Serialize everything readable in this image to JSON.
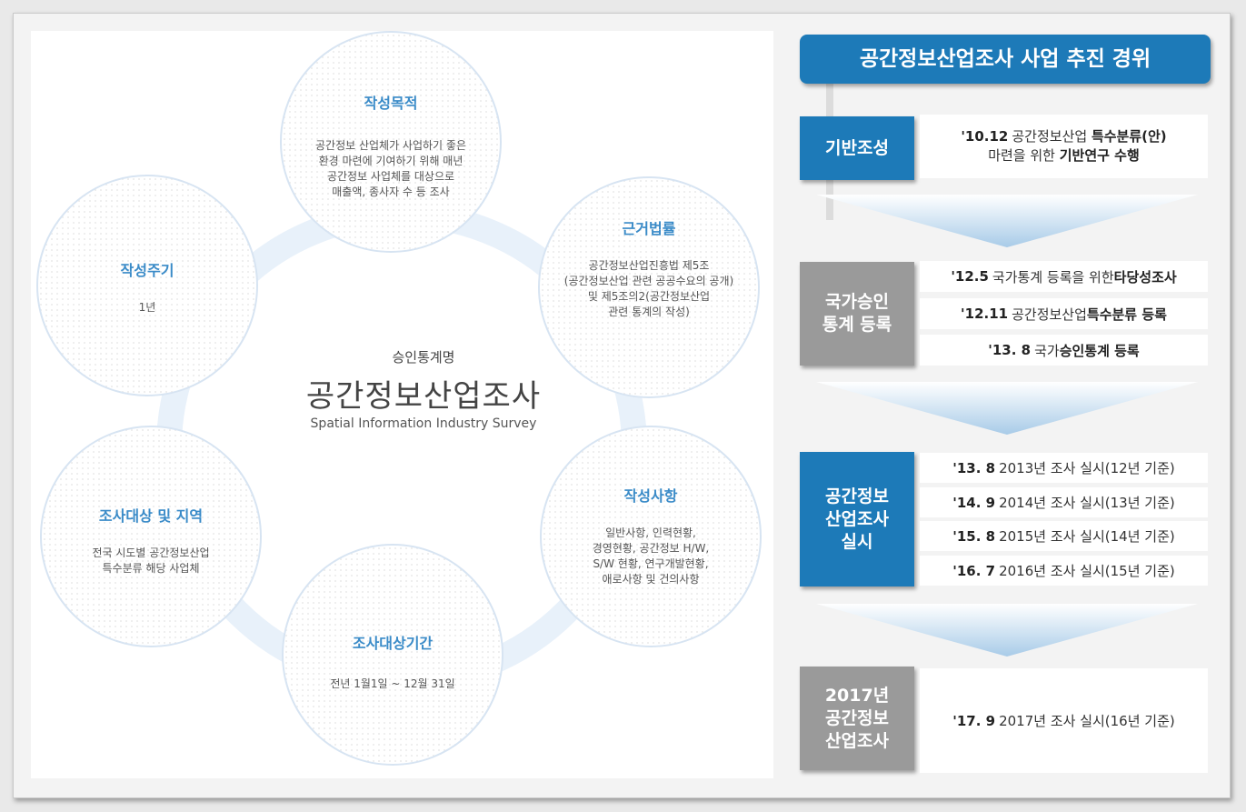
{
  "center": {
    "label": "승인통계명",
    "title": "공간정보산업조사",
    "subtitle": "Spatial Information Industry Survey"
  },
  "circles": {
    "purpose": {
      "title": "작성목적",
      "lines": [
        "공간정보 산업체가 사업하기 좋은",
        "환경 마련에 기여하기 위해 매년",
        "공간정보 사업체를 대상으로",
        "매출액, 종사자 수 등 조사"
      ]
    },
    "law": {
      "title": "근거법률",
      "lines": [
        "공간정보산업진흥법 제5조",
        "(공간정보산업 관련 공공수요의 공개)",
        "및 제5조의2(공간정보산업",
        "관련 통계의 작성)"
      ]
    },
    "items": {
      "title": "작성사항",
      "lines": [
        "일반사항, 인력현황,",
        "경영현황, 공간정보 H/W,",
        "S/W 현황, 연구개발현황,",
        "애로사항 및 건의사항"
      ]
    },
    "period": {
      "title": "조사대상기간",
      "lines": [
        "전년 1월1일 ~ 12월 31일"
      ]
    },
    "target": {
      "title": "조사대상 및 지역",
      "lines": [
        "전국 시도별 공간정보산업",
        "특수분류 해당 사업체"
      ]
    },
    "cycle": {
      "title": "작성주기",
      "lines": [
        "1년"
      ]
    }
  },
  "timeline": {
    "title": "공간정보산업조사 사업 추진 경위",
    "sections": [
      {
        "label": "기반조성",
        "style": "blue"
      },
      {
        "label": "국가승인 통계 등록",
        "line1": "국가승인",
        "line2": "통계 등록",
        "style": "gray"
      },
      {
        "label": "공간정보 산업조사 실시",
        "line1": "공간정보",
        "line2": "산업조사",
        "line3": "실시",
        "style": "blue"
      },
      {
        "label": "2017년 공간정보 산업조사",
        "line1": "2017년",
        "line2": "공간정보",
        "line3": "산업조사",
        "style": "gray"
      }
    ],
    "entries": {
      "e1": {
        "yr": "'10.12",
        "t1": "공간정보산업 ",
        "b1": "특수분류(안)",
        "t2": "마련을 위한 ",
        "b2": "기반연구 수행"
      },
      "e2": {
        "yr": "'12.5",
        "t1": "국가통계 등록을 위한 ",
        "b1": "타당성조사"
      },
      "e3": {
        "yr": "'12.11",
        "t1": "공간정보산업 ",
        "b1": "특수분류 등록"
      },
      "e4": {
        "yr": "'13. 8",
        "t1": "국가 ",
        "b1": "승인통계 등록"
      },
      "e5": {
        "yr": "'13. 8",
        "t1": "2013년 조사 실시(12년 기준)"
      },
      "e6": {
        "yr": "'14. 9",
        "t1": "2014년 조사 실시(13년 기준)"
      },
      "e7": {
        "yr": "'15. 8",
        "t1": "2015년 조사 실시(14년 기준)"
      },
      "e8": {
        "yr": "'16. 7",
        "t1": "2016년 조사 실시(15년 기준)"
      },
      "e9": {
        "yr": "'17. 9",
        "t1": "2017년 조사 실시(16년 기준)"
      }
    }
  },
  "colors": {
    "accent_blue": "#1d7ab8",
    "section_gray": "#9a9a9a",
    "circle_title": "#3a8bc8"
  }
}
